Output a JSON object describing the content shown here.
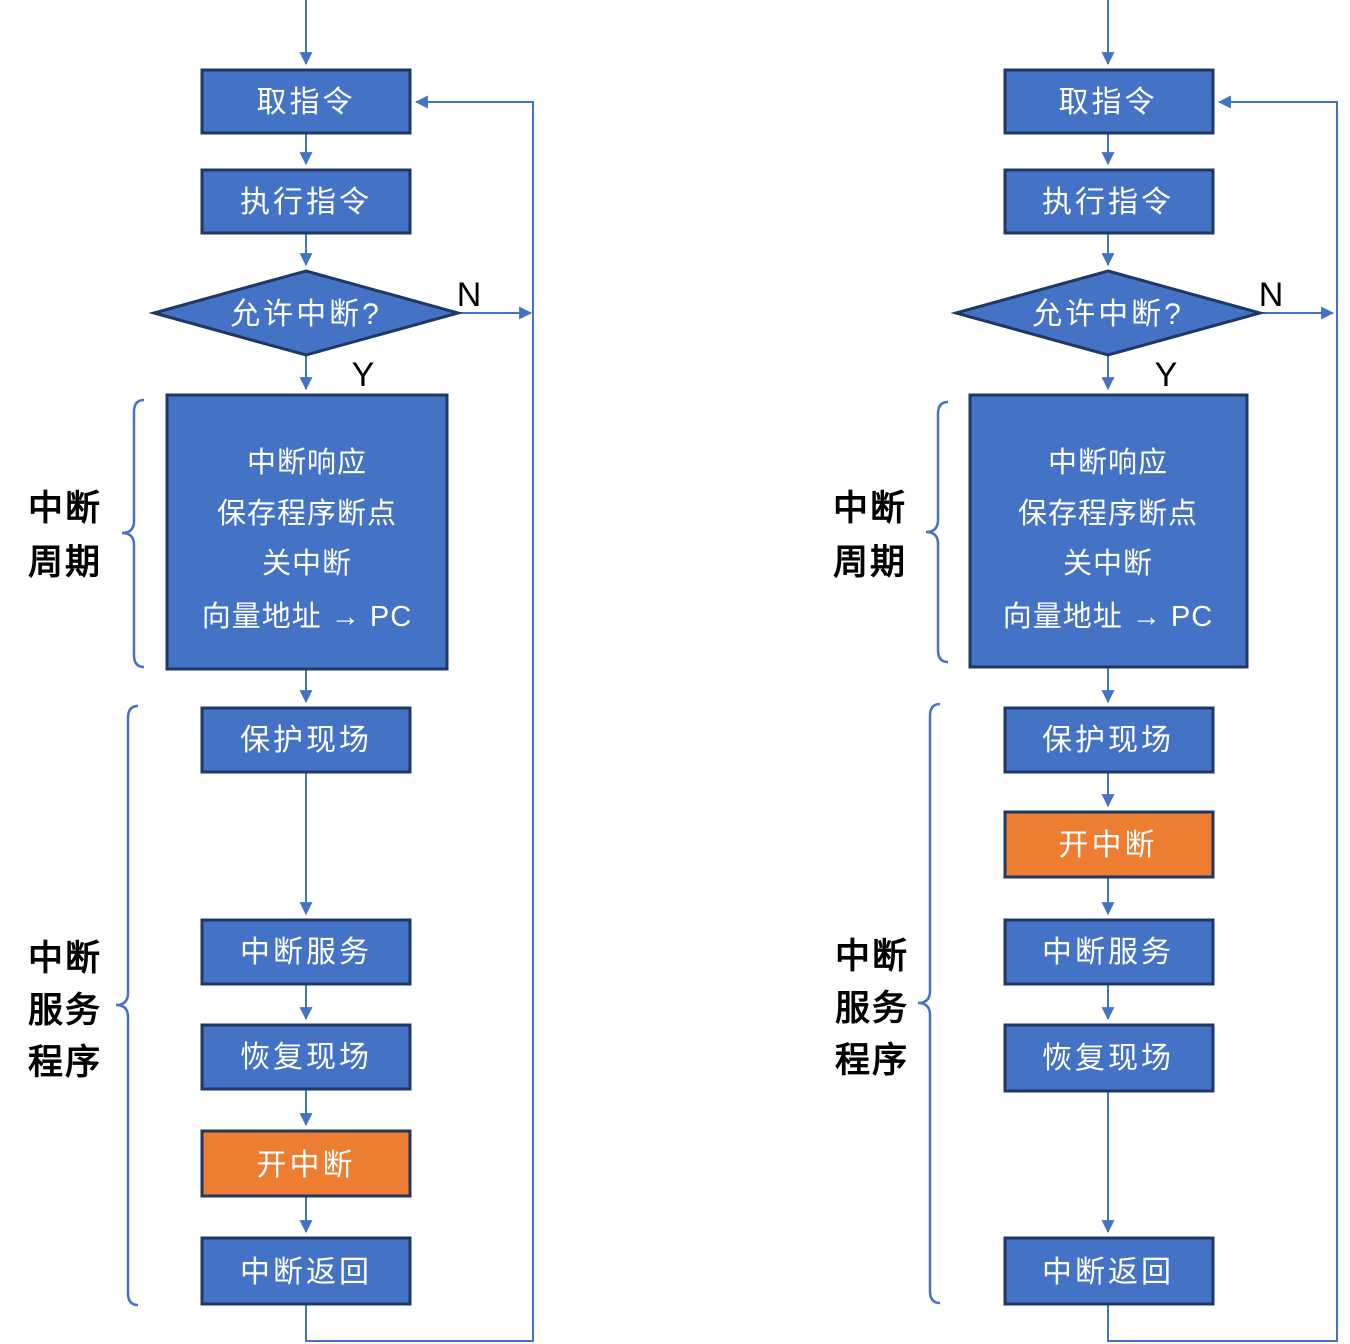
{
  "colors": {
    "box_fill": "#4472C4",
    "box_border": "#1F3864",
    "highlight_fill": "#ED7D31",
    "connector": "#4472C4",
    "node_text": "#FFFFFF",
    "side_label_text": "#000000"
  },
  "charts": [
    {
      "id": "left",
      "fetch_label": "取指令",
      "execute_label": "执行指令",
      "decision_label": "允许中断?",
      "no_label": "N",
      "yes_label": "Y",
      "cycle_box_lines": [
        "中断响应",
        "保存程序断点",
        "关中断",
        "向量地址 → PC"
      ],
      "cycle_label_lines": [
        "中断",
        "周期"
      ],
      "protect_label": "保护现场",
      "service_label": "中断服务",
      "restore_label": "恢复现场",
      "enable_label": "开中断",
      "return_label": "中断返回",
      "service_label_lines": [
        "中断",
        "服务",
        "程序"
      ]
    },
    {
      "id": "right",
      "fetch_label": "取指令",
      "execute_label": "执行指令",
      "decision_label": "允许中断?",
      "no_label": "N",
      "yes_label": "Y",
      "cycle_box_lines": [
        "中断响应",
        "保存程序断点",
        "关中断",
        "向量地址 → PC"
      ],
      "cycle_label_lines": [
        "中断",
        "周期"
      ],
      "protect_label": "保护现场",
      "enable_label": "开中断",
      "service_label": "中断服务",
      "restore_label": "恢复现场",
      "return_label": "中断返回",
      "service_label_lines": [
        "中断",
        "服务",
        "程序"
      ]
    }
  ]
}
